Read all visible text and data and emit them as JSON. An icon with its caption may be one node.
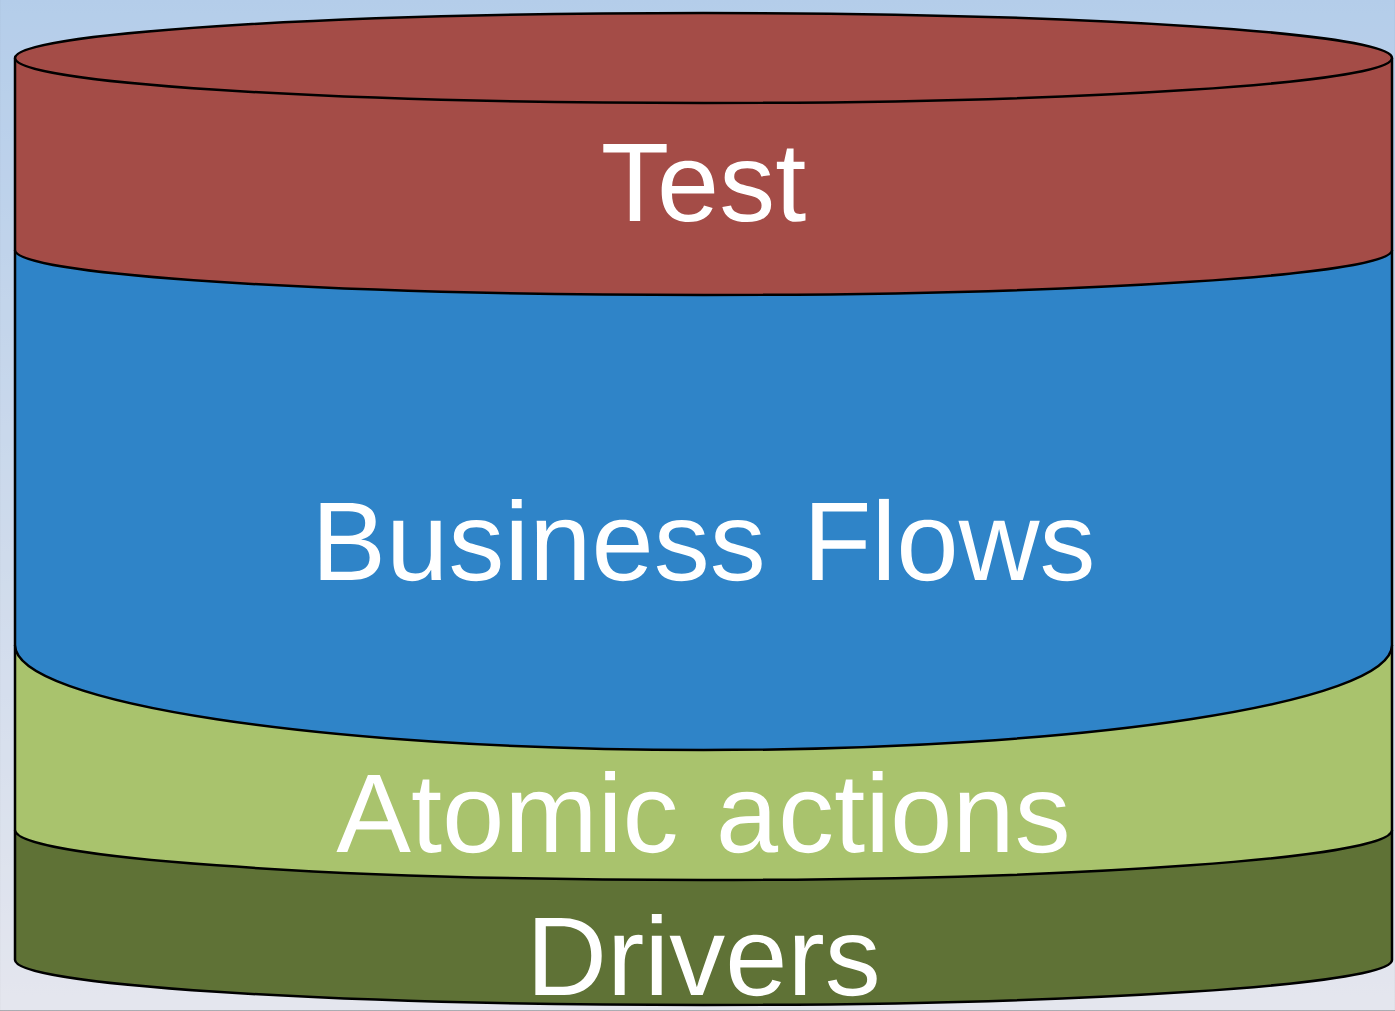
{
  "diagram": {
    "nodes": [
      {
        "text": [
          "Test"
        ]
      },
      {
        "text": [
          "Business Flows"
        ]
      },
      {
        "text": [
          "Atomic actions"
        ]
      },
      {
        "text": [
          "Drivers"
        ]
      }
    ]
  }
}
